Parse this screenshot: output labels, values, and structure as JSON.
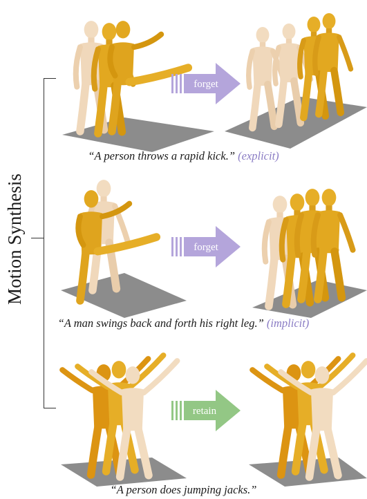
{
  "side_label": "Motion Synthesis",
  "rows": [
    {
      "action": "forget",
      "caption": "“A person throws a rapid kick.”",
      "tag": "(explicit)"
    },
    {
      "action": "forget",
      "caption": "“A man swings back and forth his right leg.”",
      "tag": "(implicit)"
    },
    {
      "action": "retain",
      "caption": "“A person does jumping jacks.”",
      "tag": ""
    }
  ],
  "colors": {
    "forget_arrow": "#b4a5db",
    "retain_arrow": "#93c785",
    "tag_text": "#8a7cc4",
    "figure_pale": "#f2dcc0",
    "figure_gold": "#e6ae27",
    "figure_orange": "#dc9412",
    "floor": "#8c8c8c"
  }
}
